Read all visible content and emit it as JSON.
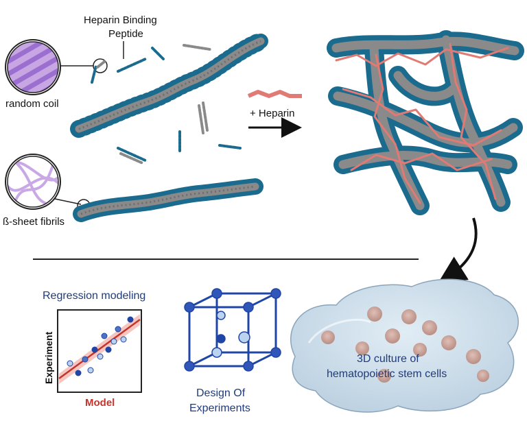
{
  "labels": {
    "heparin_binding_peptide_line1": "Heparin Binding",
    "heparin_binding_peptide_line2": "Peptide",
    "random_coil": "random coil",
    "beta_sheet_fibrils": "ß-sheet fibrils",
    "plus_heparin": "+ Heparin",
    "regression_modeling": "Regression modeling",
    "axis_experiment": "Experiment",
    "axis_model": "Model",
    "design_of_experiments_line1": "Design Of",
    "design_of_experiments_line2": "Experiments",
    "culture_line1": "3D culture of",
    "culture_line2": "hematopoietic stem cells"
  },
  "colors": {
    "fibril_bead": "#1a6b8e",
    "fibril_core": "#8a8a8a",
    "heparin": "#e07a74",
    "doe_cube": "#1f45a6",
    "regression_band": "#f2bcb4",
    "regression_line": "#c4332c",
    "gel": "#c9dbe8",
    "cell": "#c9a39a"
  },
  "icons": {
    "random_coil_magnifier": "zoom-circle-icon",
    "beta_sheet_magnifier": "zoom-circle-icon",
    "arrow": "right-arrow-icon",
    "curved_arrow": "curved-down-arrow-icon"
  }
}
